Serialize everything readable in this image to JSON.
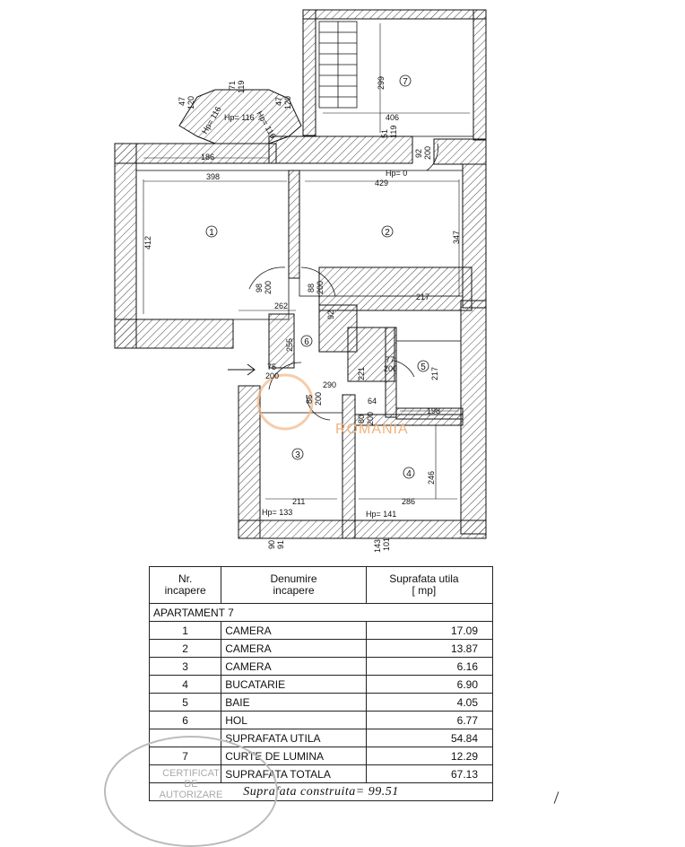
{
  "plan": {
    "rooms": [
      {
        "id": "1",
        "label": "1"
      },
      {
        "id": "2",
        "label": "2"
      },
      {
        "id": "3",
        "label": "3"
      },
      {
        "id": "4",
        "label": "4"
      },
      {
        "id": "5",
        "label": "5"
      },
      {
        "id": "6",
        "label": "6"
      },
      {
        "id": "7",
        "label": "7"
      }
    ],
    "dimensions": {
      "d47a": "47",
      "d120a": "120",
      "d71": "71",
      "d119a": "119",
      "d47b": "47",
      "d120b": "120",
      "hp116a": "Hp= 116",
      "hp116b": "Hp= 116",
      "hp116c": "Hp= 116",
      "d299": "299",
      "d406": "406",
      "d51": "51",
      "d119b": "119",
      "d92": "92",
      "d200a": "200",
      "hp0": "Hp= 0",
      "d186": "186",
      "d398": "398",
      "d429": "429",
      "d412": "412",
      "d347": "347",
      "d98": "98",
      "d200b": "200",
      "d88": "88",
      "d200c": "200",
      "d217a": "217",
      "d262": "262",
      "d92b": "92",
      "d255": "255",
      "d75": "75",
      "d200d": "200",
      "d77": "77",
      "d200e": "200",
      "d221": "221",
      "d217b": "217",
      "d290": "290",
      "d86": "86",
      "d200f": "200",
      "d64": "64",
      "d198": "198",
      "d80": "80",
      "d200g": "200",
      "d246": "246",
      "d211": "211",
      "d286": "286",
      "hp133": "Hp= 133",
      "hp141": "Hp= 141",
      "d90": "90",
      "d91": "91",
      "d143": "143",
      "d101": "101"
    },
    "watermark": "ROMANIA"
  },
  "table": {
    "headers": {
      "nr": [
        "Nr.",
        "incapere"
      ],
      "name": [
        "Denumire",
        "incapere"
      ],
      "area": [
        "Suprafata utila",
        "[ mp]"
      ]
    },
    "section": "APARTAMENT 7",
    "rows": [
      {
        "nr": "1",
        "name": "CAMERA",
        "area": "17.09"
      },
      {
        "nr": "2",
        "name": "CAMERA",
        "area": "13.87"
      },
      {
        "nr": "3",
        "name": "CAMERA",
        "area": "6.16"
      },
      {
        "nr": "4",
        "name": "BUCATARIE",
        "area": "6.90"
      },
      {
        "nr": "5",
        "name": "BAIE",
        "area": "4.05"
      },
      {
        "nr": "6",
        "name": "HOL",
        "area": "6.77"
      },
      {
        "nr": "",
        "name": "SUPRAFATA UTILA",
        "area": "54.84"
      },
      {
        "nr": "7",
        "name": "CURTE  DE LUMINA",
        "area": "12.29"
      },
      {
        "nr": "",
        "name": "SUPRAFATA TOTALA",
        "area": "67.13"
      }
    ],
    "constructed": "Suprafata  construita=  99.51"
  },
  "stamp": {
    "line1": "CERTIFICAT",
    "line2": "DE",
    "line3": "AUTORIZARE"
  }
}
